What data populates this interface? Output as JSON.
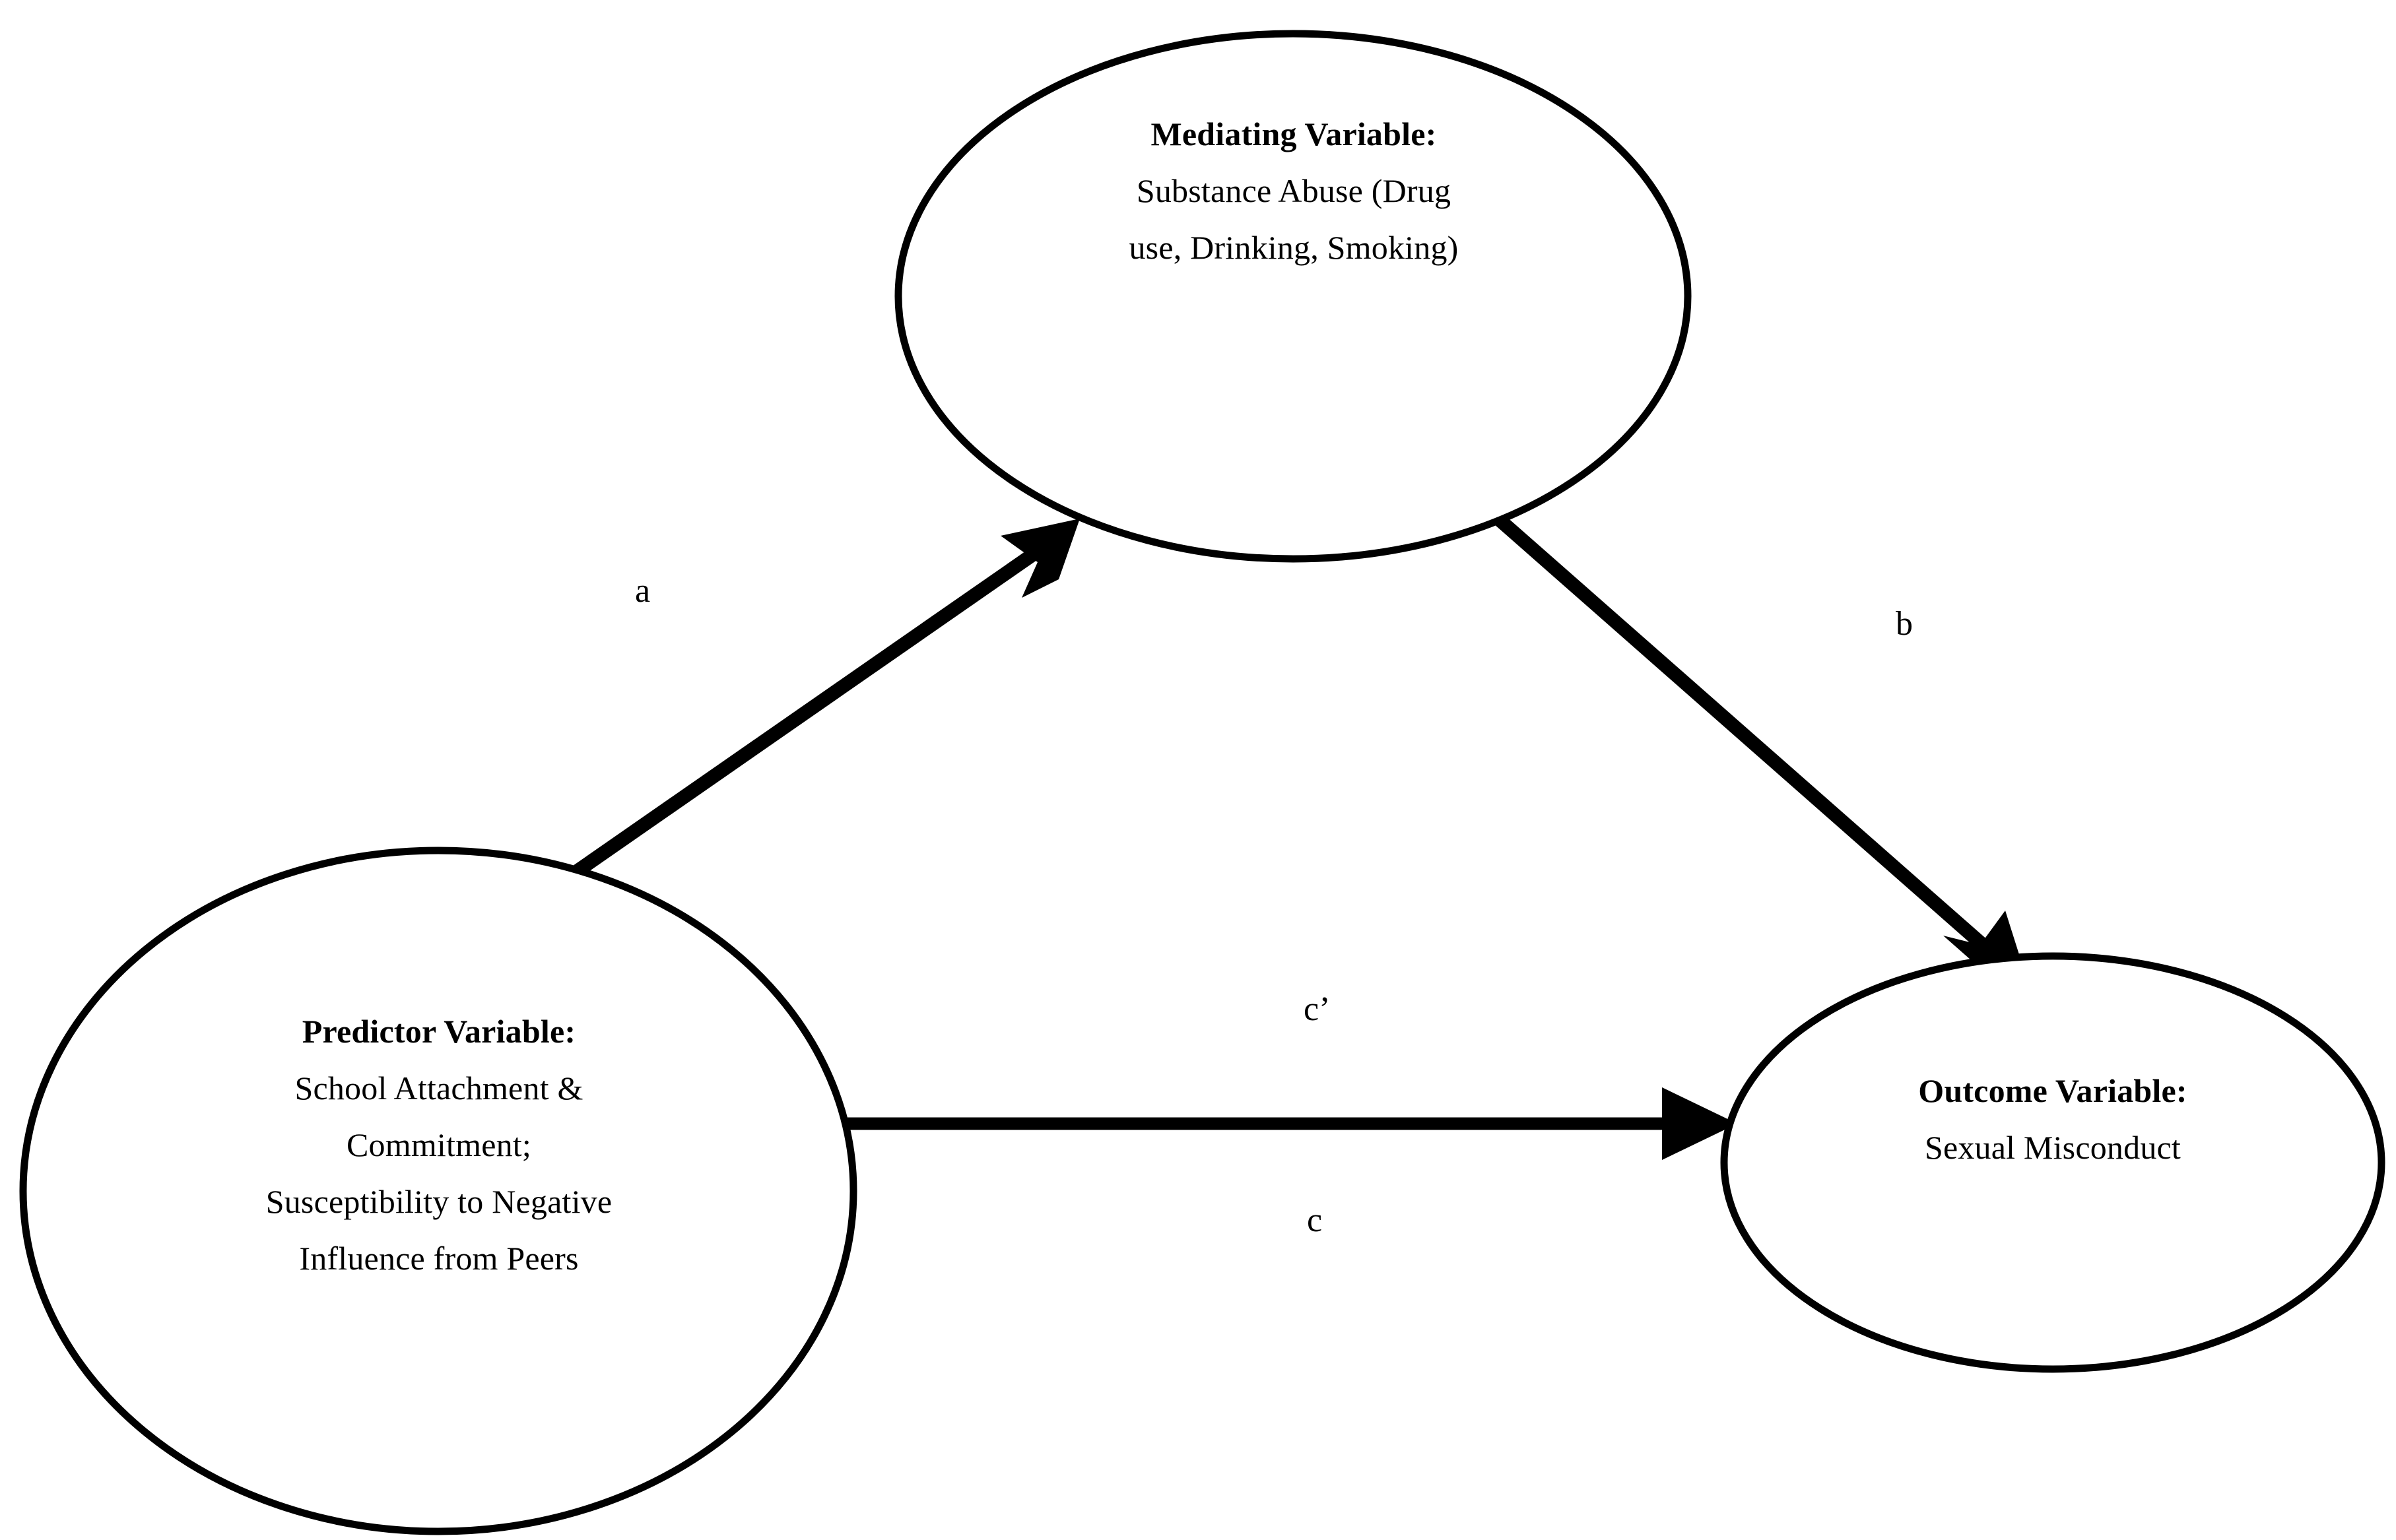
{
  "diagram": {
    "type": "mediation-model",
    "background_color": "#ffffff",
    "stroke_color": "#000000",
    "nodes": [
      {
        "id": "mediating",
        "shape": "ellipse",
        "title": "Mediating Variable:",
        "lines": [
          "Substance Abuse (Drug",
          "use, Drinking, Smoking)"
        ]
      },
      {
        "id": "predictor",
        "shape": "ellipse",
        "title": "Predictor Variable:",
        "lines": [
          "School Attachment &",
          "Commitment;",
          "Susceptibility to Negative",
          "Influence from Peers"
        ]
      },
      {
        "id": "outcome",
        "shape": "ellipse",
        "title": "Outcome Variable:",
        "lines": [
          "Sexual Misconduct"
        ]
      }
    ],
    "edges": [
      {
        "id": "a",
        "label": "a",
        "from": "predictor",
        "to": "mediating"
      },
      {
        "id": "b",
        "label": "b",
        "from": "mediating",
        "to": "outcome"
      },
      {
        "id": "c-prime",
        "label": "c’",
        "from": "predictor",
        "to": "outcome"
      },
      {
        "id": "c",
        "label": "c",
        "from": "predictor",
        "to": "outcome"
      }
    ]
  }
}
